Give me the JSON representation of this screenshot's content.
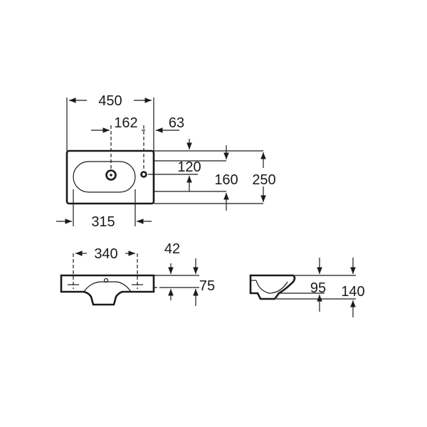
{
  "top_view": {
    "width_label": "450",
    "tap_offset_label": "162",
    "edge_offset_label": "63",
    "tap_depth_label": "120",
    "inner_depth_label": "160",
    "depth_label": "250",
    "bowl_width_label": "315"
  },
  "front_view": {
    "hole_spacing_label": "340",
    "rim_label": "42",
    "height_label": "75"
  },
  "side_view": {
    "inner_label": "95",
    "height_label": "140"
  }
}
